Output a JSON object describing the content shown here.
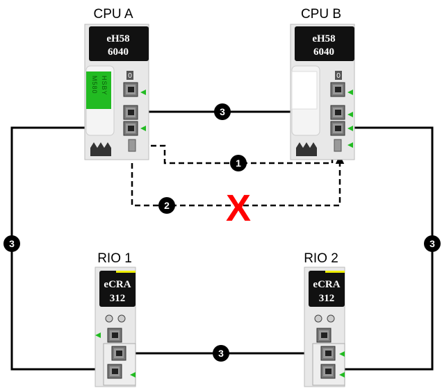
{
  "labels": {
    "cpu_a": "CPU A",
    "cpu_b": "CPU B",
    "rio_1": "RIO 1",
    "rio_2": "RIO 2"
  },
  "cpu_module": {
    "line1": "eH58",
    "line2": "6040",
    "card_left": "HSBY",
    "card_right": "M580",
    "slot": "0"
  },
  "rio_module": {
    "line1": "eCRA",
    "line2": "312"
  },
  "badges": {
    "link_1": "1",
    "link_2": "2",
    "link_3": "3"
  },
  "failure_mark": "X",
  "colors": {
    "failure": "#ff0000",
    "port_led": "#22bb22",
    "card": "#22bb22",
    "line": "#000000"
  }
}
